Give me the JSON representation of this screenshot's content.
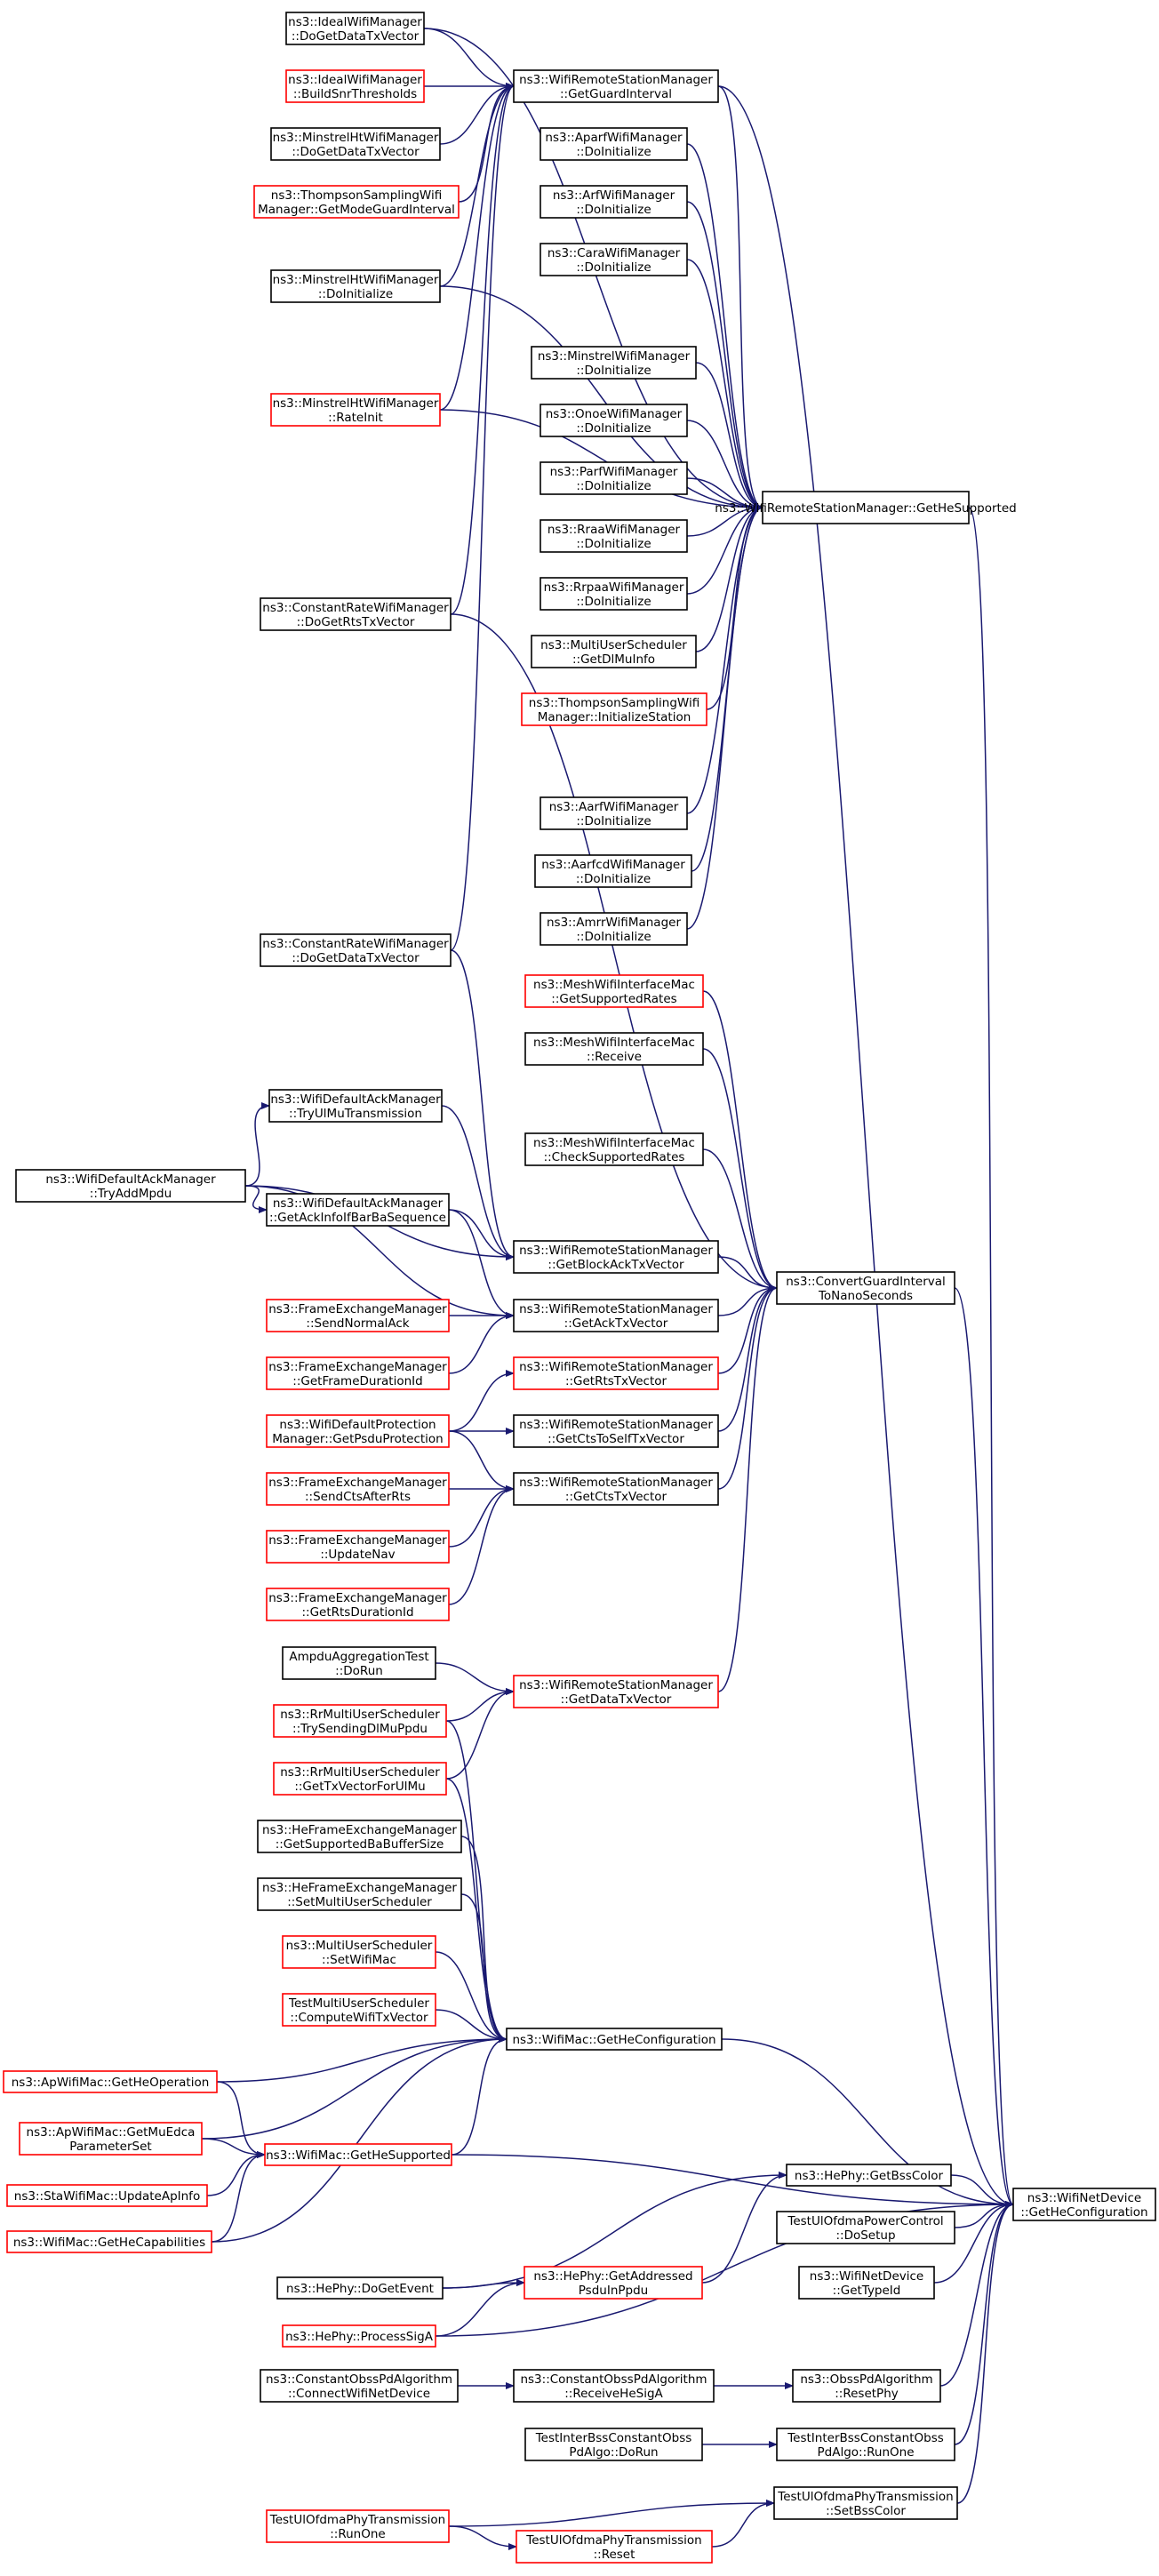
{
  "colors": {
    "edge": "#191970",
    "normal_border": "#000000",
    "red_border": "#ff0000",
    "root_fill": "#bfbfbf",
    "node_fill": "#ffffff"
  },
  "nodes": [
    {
      "id": "ideal_dogetdata",
      "lines": [
        "ns3::IdealWifiManager",
        "::DoGetDataTxVector"
      ],
      "border": "black"
    },
    {
      "id": "ideal_buildsnr",
      "lines": [
        "ns3::IdealWifiManager",
        "::BuildSnrThresholds"
      ],
      "border": "red"
    },
    {
      "id": "minstrelht_dogetdata",
      "lines": [
        "ns3::MinstrelHtWifiManager",
        "::DoGetDataTxVector"
      ],
      "border": "black"
    },
    {
      "id": "thompson_getmode",
      "lines": [
        "ns3::ThompsonSamplingWifi",
        "Manager::GetModeGuardInterval"
      ],
      "border": "red"
    },
    {
      "id": "minstrelht_doinit",
      "lines": [
        "ns3::MinstrelHtWifiManager",
        "::DoInitialize"
      ],
      "border": "black"
    },
    {
      "id": "minstrelht_rateinit",
      "lines": [
        "ns3::MinstrelHtWifiManager",
        "::RateInit"
      ],
      "border": "red"
    },
    {
      "id": "constrate_getrts",
      "lines": [
        "ns3::ConstantRateWifiManager",
        "::DoGetRtsTxVector"
      ],
      "border": "black"
    },
    {
      "id": "constrate_getdata",
      "lines": [
        "ns3::ConstantRateWifiManager",
        "::DoGetDataTxVector"
      ],
      "border": "black"
    },
    {
      "id": "wrsm_getguard",
      "lines": [
        "ns3::WifiRemoteStationManager",
        "::GetGuardInterval"
      ],
      "border": "black"
    },
    {
      "id": "aparf_doinit",
      "lines": [
        "ns3::AparfWifiManager",
        "::DoInitialize"
      ],
      "border": "black"
    },
    {
      "id": "arf_doinit",
      "lines": [
        "ns3::ArfWifiManager",
        "::DoInitialize"
      ],
      "border": "black"
    },
    {
      "id": "cara_doinit",
      "lines": [
        "ns3::CaraWifiManager",
        "::DoInitialize"
      ],
      "border": "black"
    },
    {
      "id": "minstrel_doinit",
      "lines": [
        "ns3::MinstrelWifiManager",
        "::DoInitialize"
      ],
      "border": "black"
    },
    {
      "id": "onoe_doinit",
      "lines": [
        "ns3::OnoeWifiManager",
        "::DoInitialize"
      ],
      "border": "black"
    },
    {
      "id": "parf_doinit",
      "lines": [
        "ns3::ParfWifiManager",
        "::DoInitialize"
      ],
      "border": "black"
    },
    {
      "id": "rraa_doinit",
      "lines": [
        "ns3::RraaWifiManager",
        "::DoInitialize"
      ],
      "border": "black"
    },
    {
      "id": "rrpaa_doinit",
      "lines": [
        "ns3::RrpaaWifiManager",
        "::DoInitialize"
      ],
      "border": "black"
    },
    {
      "id": "mus_getdlmu",
      "lines": [
        "ns3::MultiUserScheduler",
        "::GetDlMuInfo"
      ],
      "border": "black"
    },
    {
      "id": "thompson_initstation",
      "lines": [
        "ns3::ThompsonSamplingWifi",
        "Manager::InitializeStation"
      ],
      "border": "red"
    },
    {
      "id": "aarf_doinit",
      "lines": [
        "ns3::AarfWifiManager",
        "::DoInitialize"
      ],
      "border": "black"
    },
    {
      "id": "aarfcd_doinit",
      "lines": [
        "ns3::AarfcdWifiManager",
        "::DoInitialize"
      ],
      "border": "black"
    },
    {
      "id": "amrr_doinit",
      "lines": [
        "ns3::AmrrWifiManager",
        "::DoInitialize"
      ],
      "border": "black"
    },
    {
      "id": "wrsm_gethesupported",
      "lines": [
        "ns3::WifiRemoteStationManager::GetHeSupported"
      ],
      "border": "black"
    },
    {
      "id": "mesh_getsupported",
      "lines": [
        "ns3::MeshWifiInterfaceMac",
        "::GetSupportedRates"
      ],
      "border": "red"
    },
    {
      "id": "mesh_receive",
      "lines": [
        "ns3::MeshWifiInterfaceMac",
        "::Receive"
      ],
      "border": "black"
    },
    {
      "id": "mesh_check",
      "lines": [
        "ns3::MeshWifiInterfaceMac",
        "::CheckSupportedRates"
      ],
      "border": "black"
    },
    {
      "id": "defack_tryulmu",
      "lines": [
        "ns3::WifiDefaultAckManager",
        "::TryUlMuTransmission"
      ],
      "border": "black"
    },
    {
      "id": "defack_tryaddmpdu",
      "lines": [
        "ns3::WifiDefaultAckManager",
        "::TryAddMpdu"
      ],
      "border": "black"
    },
    {
      "id": "defack_getackinfo",
      "lines": [
        "ns3::WifiDefaultAckManager",
        "::GetAckInfoIfBarBaSequence"
      ],
      "border": "black"
    },
    {
      "id": "wrsm_getblockack",
      "lines": [
        "ns3::WifiRemoteStationManager",
        "::GetBlockAckTxVector"
      ],
      "border": "black"
    },
    {
      "id": "convert_gi",
      "lines": [
        "ns3::ConvertGuardInterval",
        "ToNanoSeconds"
      ],
      "border": "black"
    },
    {
      "id": "fem_sendnormalack",
      "lines": [
        "ns3::FrameExchangeManager",
        "::SendNormalAck"
      ],
      "border": "red"
    },
    {
      "id": "wrsm_getack",
      "lines": [
        "ns3::WifiRemoteStationManager",
        "::GetAckTxVector"
      ],
      "border": "black"
    },
    {
      "id": "fem_getframeduration",
      "lines": [
        "ns3::FrameExchangeManager",
        "::GetFrameDurationId"
      ],
      "border": "red"
    },
    {
      "id": "wrsm_getrts",
      "lines": [
        "ns3::WifiRemoteStationManager",
        "::GetRtsTxVector"
      ],
      "border": "red"
    },
    {
      "id": "defprot_getpsdu",
      "lines": [
        "ns3::WifiDefaultProtection",
        "Manager::GetPsduProtection"
      ],
      "border": "red"
    },
    {
      "id": "wrsm_getctstoself",
      "lines": [
        "ns3::WifiRemoteStationManager",
        "::GetCtsToSelfTxVector"
      ],
      "border": "black"
    },
    {
      "id": "fem_sendcts",
      "lines": [
        "ns3::FrameExchangeManager",
        "::SendCtsAfterRts"
      ],
      "border": "red"
    },
    {
      "id": "wrsm_getcts",
      "lines": [
        "ns3::WifiRemoteStationManager",
        "::GetCtsTxVector"
      ],
      "border": "black"
    },
    {
      "id": "fem_updatenav",
      "lines": [
        "ns3::FrameExchangeManager",
        "::UpdateNav"
      ],
      "border": "red"
    },
    {
      "id": "fem_getrtsduration",
      "lines": [
        "ns3::FrameExchangeManager",
        "::GetRtsDurationId"
      ],
      "border": "red"
    },
    {
      "id": "ampdu_dorun",
      "lines": [
        "AmpduAggregationTest",
        "::DoRun"
      ],
      "border": "black"
    },
    {
      "id": "wrsm_getdatatx",
      "lines": [
        "ns3::WifiRemoteStationManager",
        "::GetDataTxVector"
      ],
      "border": "red"
    },
    {
      "id": "rrmus_trysending",
      "lines": [
        "ns3::RrMultiUserScheduler",
        "::TrySendingDlMuPpdu"
      ],
      "border": "red"
    },
    {
      "id": "rrmus_gettxvector",
      "lines": [
        "ns3::RrMultiUserScheduler",
        "::GetTxVectorForUlMu"
      ],
      "border": "red"
    },
    {
      "id": "hefem_getsupportedba",
      "lines": [
        "ns3::HeFrameExchangeManager",
        "::GetSupportedBaBufferSize"
      ],
      "border": "black"
    },
    {
      "id": "hefem_setmus",
      "lines": [
        "ns3::HeFrameExchangeManager",
        "::SetMultiUserScheduler"
      ],
      "border": "black"
    },
    {
      "id": "mus_setwifimac",
      "lines": [
        "ns3::MultiUserScheduler",
        "::SetWifiMac"
      ],
      "border": "red"
    },
    {
      "id": "testmus_compute",
      "lines": [
        "TestMultiUserScheduler",
        "::ComputeWifiTxVector"
      ],
      "border": "red"
    },
    {
      "id": "wifimac_gethecfg",
      "lines": [
        "ns3::WifiMac::GetHeConfiguration"
      ],
      "border": "black"
    },
    {
      "id": "apwifimac_getheop",
      "lines": [
        "ns3::ApWifiMac::GetHeOperation"
      ],
      "border": "red"
    },
    {
      "id": "apwifimac_getmuedca",
      "lines": [
        "ns3::ApWifiMac::GetMuEdca",
        "ParameterSet"
      ],
      "border": "red"
    },
    {
      "id": "wifimac_gethesupported",
      "lines": [
        "ns3::WifiMac::GetHeSupported"
      ],
      "border": "red"
    },
    {
      "id": "stawifimac_updateap",
      "lines": [
        "ns3::StaWifiMac::UpdateApInfo"
      ],
      "border": "red"
    },
    {
      "id": "wifimac_gethecap",
      "lines": [
        "ns3::WifiMac::GetHeCapabilities"
      ],
      "border": "red"
    },
    {
      "id": "hephy_getbsscolor",
      "lines": [
        "ns3::HePhy::GetBssColor"
      ],
      "border": "black"
    },
    {
      "id": "root",
      "lines": [
        "ns3::WifiNetDevice",
        "::GetHeConfiguration"
      ],
      "border": "black",
      "root": true
    },
    {
      "id": "testulpc_dosetup",
      "lines": [
        "TestUlOfdmaPowerControl",
        "::DoSetup"
      ],
      "border": "black"
    },
    {
      "id": "hephy_dogetevent",
      "lines": [
        "ns3::HePhy::DoGetEvent"
      ],
      "border": "black"
    },
    {
      "id": "hephy_getaddressed",
      "lines": [
        "ns3::HePhy::GetAddressed",
        "PsduInPpdu"
      ],
      "border": "red"
    },
    {
      "id": "wifinetdevice_gettypeid",
      "lines": [
        "ns3::WifiNetDevice",
        "::GetTypeId"
      ],
      "border": "black"
    },
    {
      "id": "hephy_processsiga",
      "lines": [
        "ns3::HePhy::ProcessSigA"
      ],
      "border": "red"
    },
    {
      "id": "constobss_connect",
      "lines": [
        "ns3::ConstantObssPdAlgorithm",
        "::ConnectWifiNetDevice"
      ],
      "border": "black"
    },
    {
      "id": "constobss_receivehesiga",
      "lines": [
        "ns3::ConstantObssPdAlgorithm",
        "::ReceiveHeSigA"
      ],
      "border": "black"
    },
    {
      "id": "obsspd_resetphy",
      "lines": [
        "ns3::ObssPdAlgorithm",
        "::ResetPhy"
      ],
      "border": "black"
    },
    {
      "id": "testinterbss_dorun",
      "lines": [
        "TestInterBssConstantObss",
        "PdAlgo::DoRun"
      ],
      "border": "black"
    },
    {
      "id": "testinterbss_runone",
      "lines": [
        "TestInterBssConstantObss",
        "PdAlgo::RunOne"
      ],
      "border": "black"
    },
    {
      "id": "testulphy_setbsscolor",
      "lines": [
        "TestUlOfdmaPhyTransmission",
        "::SetBssColor"
      ],
      "border": "black"
    },
    {
      "id": "testulphy_runone",
      "lines": [
        "TestUlOfdmaPhyTransmission",
        "::RunOne"
      ],
      "border": "red"
    },
    {
      "id": "testulphy_reset",
      "lines": [
        "TestUlOfdmaPhyTransmission",
        "::Reset"
      ],
      "border": "red"
    }
  ],
  "edges": [
    [
      "wrsm_getguard",
      "root"
    ],
    [
      "ideal_dogetdata",
      "wrsm_getguard"
    ],
    [
      "ideal_buildsnr",
      "wrsm_getguard"
    ],
    [
      "minstrelht_dogetdata",
      "wrsm_getguard"
    ],
    [
      "thompson_getmode",
      "wrsm_getguard"
    ],
    [
      "minstrelht_doinit",
      "wrsm_getguard"
    ],
    [
      "minstrelht_rateinit",
      "wrsm_getguard"
    ],
    [
      "constrate_getrts",
      "wrsm_getguard"
    ],
    [
      "constrate_getdata",
      "wrsm_getguard"
    ],
    [
      "ideal_dogetdata",
      "wrsm_gethesupported"
    ],
    [
      "wrsm_getguard",
      "wrsm_gethesupported"
    ],
    [
      "aparf_doinit",
      "wrsm_gethesupported"
    ],
    [
      "arf_doinit",
      "wrsm_gethesupported"
    ],
    [
      "cara_doinit",
      "wrsm_gethesupported"
    ],
    [
      "minstrelht_doinit",
      "wrsm_gethesupported"
    ],
    [
      "minstrel_doinit",
      "wrsm_gethesupported"
    ],
    [
      "onoe_doinit",
      "wrsm_gethesupported"
    ],
    [
      "parf_doinit",
      "wrsm_gethesupported"
    ],
    [
      "rraa_doinit",
      "wrsm_gethesupported"
    ],
    [
      "rrpaa_doinit",
      "wrsm_gethesupported"
    ],
    [
      "mus_getdlmu",
      "wrsm_gethesupported"
    ],
    [
      "thompson_initstation",
      "wrsm_gethesupported"
    ],
    [
      "minstrelht_rateinit",
      "wrsm_gethesupported"
    ],
    [
      "aarf_doinit",
      "wrsm_gethesupported"
    ],
    [
      "aarfcd_doinit",
      "wrsm_gethesupported"
    ],
    [
      "amrr_doinit",
      "wrsm_gethesupported"
    ],
    [
      "wrsm_gethesupported",
      "root"
    ],
    [
      "mesh_getsupported",
      "convert_gi"
    ],
    [
      "mesh_receive",
      "convert_gi"
    ],
    [
      "mesh_check",
      "convert_gi"
    ],
    [
      "constrate_getrts",
      "convert_gi"
    ],
    [
      "defack_tryulmu",
      "wrsm_getblockack"
    ],
    [
      "defack_tryaddmpdu",
      "defack_tryulmu"
    ],
    [
      "defack_tryaddmpdu",
      "defack_getackinfo"
    ],
    [
      "defack_tryaddmpdu",
      "wrsm_getblockack"
    ],
    [
      "defack_tryaddmpdu",
      "wrsm_getack"
    ],
    [
      "defack_getackinfo",
      "wrsm_getblockack"
    ],
    [
      "defack_getackinfo",
      "wrsm_getack"
    ],
    [
      "constrate_getdata",
      "wrsm_getblockack"
    ],
    [
      "wrsm_getblockack",
      "convert_gi"
    ],
    [
      "fem_sendnormalack",
      "wrsm_getack"
    ],
    [
      "fem_getframeduration",
      "wrsm_getack"
    ],
    [
      "wrsm_getack",
      "convert_gi"
    ],
    [
      "defprot_getpsdu",
      "wrsm_getrts"
    ],
    [
      "defprot_getpsdu",
      "wrsm_getctstoself"
    ],
    [
      "defprot_getpsdu",
      "wrsm_getcts"
    ],
    [
      "wrsm_getrts",
      "convert_gi"
    ],
    [
      "wrsm_getctstoself",
      "convert_gi"
    ],
    [
      "fem_sendcts",
      "wrsm_getcts"
    ],
    [
      "fem_updatenav",
      "wrsm_getcts"
    ],
    [
      "fem_getrtsduration",
      "wrsm_getcts"
    ],
    [
      "wrsm_getcts",
      "convert_gi"
    ],
    [
      "ampdu_dorun",
      "wrsm_getdatatx"
    ],
    [
      "rrmus_trysending",
      "wrsm_getdatatx"
    ],
    [
      "rrmus_gettxvector",
      "wrsm_getdatatx"
    ],
    [
      "wrsm_getdatatx",
      "convert_gi"
    ],
    [
      "convert_gi",
      "root"
    ],
    [
      "rrmus_trysending",
      "wifimac_gethecfg"
    ],
    [
      "rrmus_gettxvector",
      "wifimac_gethecfg"
    ],
    [
      "hefem_getsupportedba",
      "wifimac_gethecfg"
    ],
    [
      "hefem_setmus",
      "wifimac_gethecfg"
    ],
    [
      "mus_setwifimac",
      "wifimac_gethecfg"
    ],
    [
      "testmus_compute",
      "wifimac_gethecfg"
    ],
    [
      "apwifimac_getheop",
      "wifimac_gethecfg"
    ],
    [
      "apwifimac_getmuedca",
      "wifimac_gethecfg"
    ],
    [
      "wifimac_gethesupported",
      "wifimac_gethecfg"
    ],
    [
      "wifimac_gethecap",
      "wifimac_gethecfg"
    ],
    [
      "wifimac_gethecfg",
      "root"
    ],
    [
      "apwifimac_getheop",
      "wifimac_gethesupported"
    ],
    [
      "apwifimac_getmuedca",
      "wifimac_gethesupported"
    ],
    [
      "stawifimac_updateap",
      "wifimac_gethesupported"
    ],
    [
      "wifimac_gethecap",
      "wifimac_gethesupported"
    ],
    [
      "wifimac_gethesupported",
      "root"
    ],
    [
      "hephy_dogetevent",
      "hephy_getbsscolor"
    ],
    [
      "hephy_getaddressed",
      "hephy_getbsscolor"
    ],
    [
      "hephy_getbsscolor",
      "root"
    ],
    [
      "testulpc_dosetup",
      "root"
    ],
    [
      "hephy_dogetevent",
      "hephy_getaddressed"
    ],
    [
      "hephy_processsiga",
      "hephy_getaddressed"
    ],
    [
      "wifinetdevice_gettypeid",
      "root"
    ],
    [
      "hephy_processsiga",
      "root"
    ],
    [
      "constobss_connect",
      "constobss_receivehesiga"
    ],
    [
      "constobss_receivehesiga",
      "obsspd_resetphy"
    ],
    [
      "obsspd_resetphy",
      "root"
    ],
    [
      "testinterbss_dorun",
      "testinterbss_runone"
    ],
    [
      "testinterbss_runone",
      "root"
    ],
    [
      "testulphy_runone",
      "testulphy_setbsscolor"
    ],
    [
      "testulphy_runone",
      "testulphy_reset"
    ],
    [
      "testulphy_reset",
      "testulphy_setbsscolor"
    ],
    [
      "testulphy_setbsscolor",
      "root"
    ]
  ]
}
